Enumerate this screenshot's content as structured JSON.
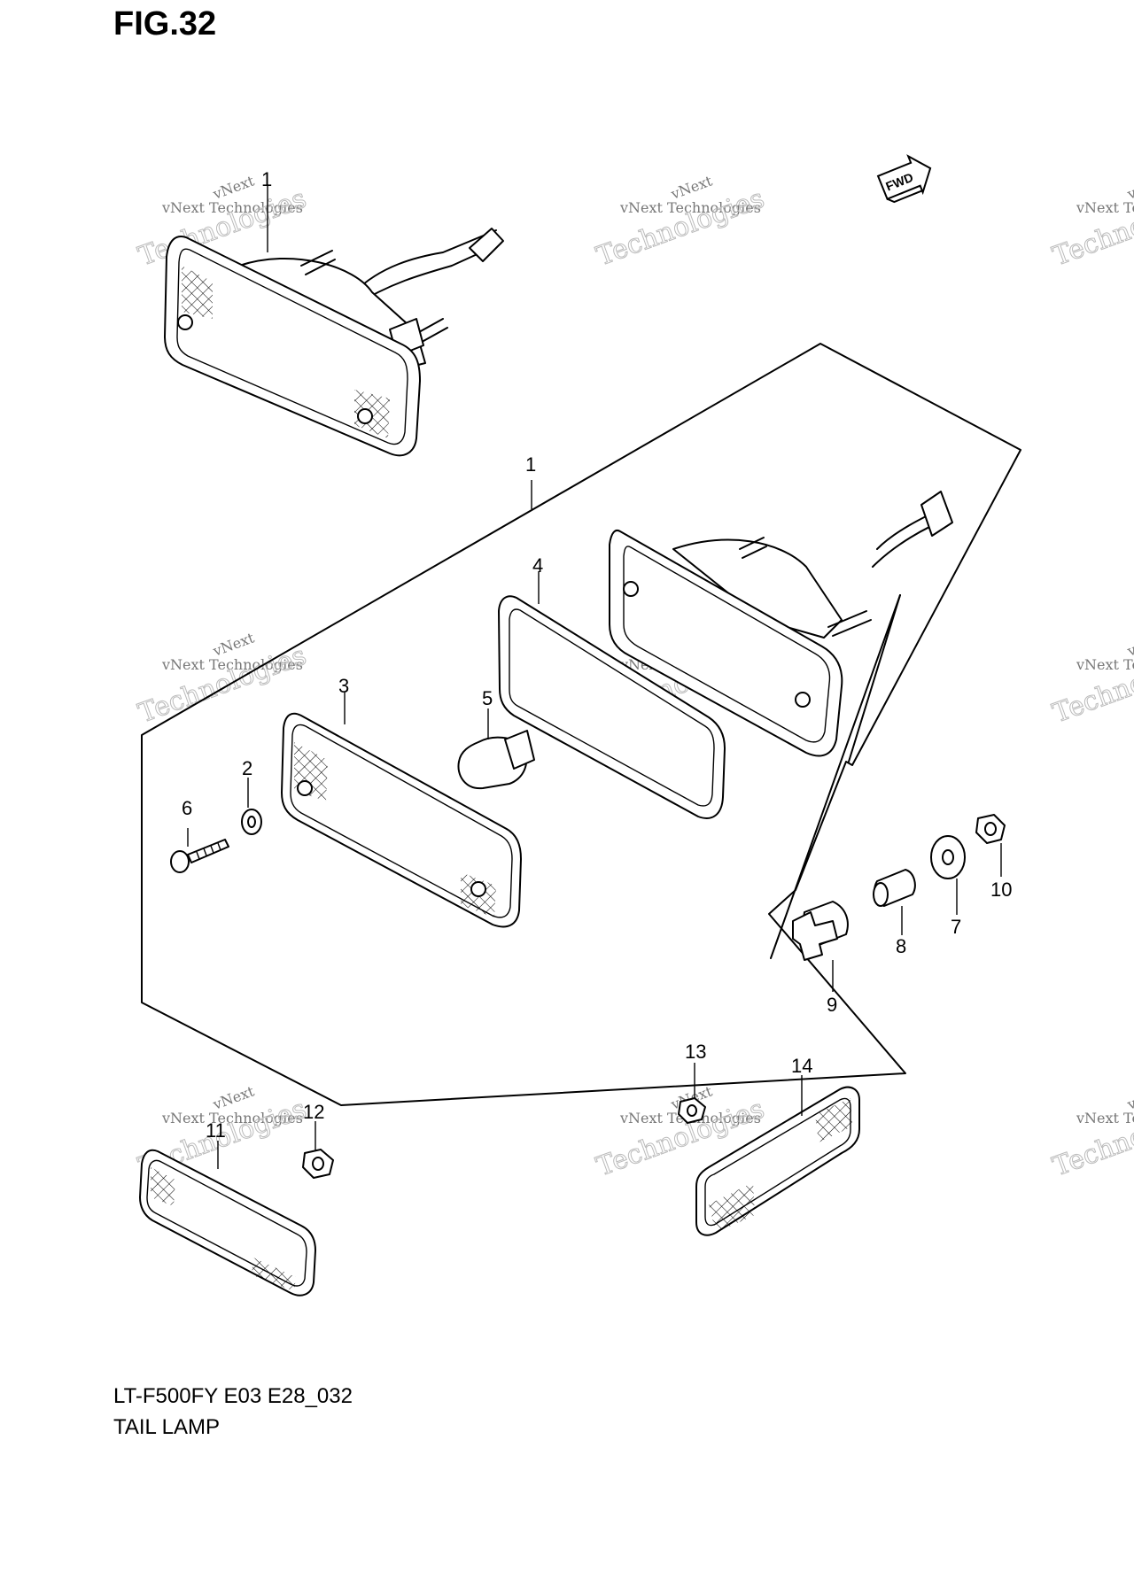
{
  "figure": {
    "title": "FIG.32",
    "model_code": "LT-F500FY E03 E28_032",
    "name": "TAIL LAMP",
    "fwd_label": "FWD"
  },
  "callouts": {
    "c1_top": "1",
    "c1_main": "1",
    "c2": "2",
    "c3": "3",
    "c4": "4",
    "c5": "5",
    "c6": "6",
    "c7": "7",
    "c8": "8",
    "c9": "9",
    "c10": "10",
    "c11": "11",
    "c12": "12",
    "c13": "13",
    "c14": "14"
  },
  "watermark": {
    "line1": "vNext",
    "line2": "vNext Technologies",
    "line3": "Technologies"
  },
  "colors": {
    "line": "#000000",
    "background": "#ffffff",
    "watermark": "#888888"
  }
}
